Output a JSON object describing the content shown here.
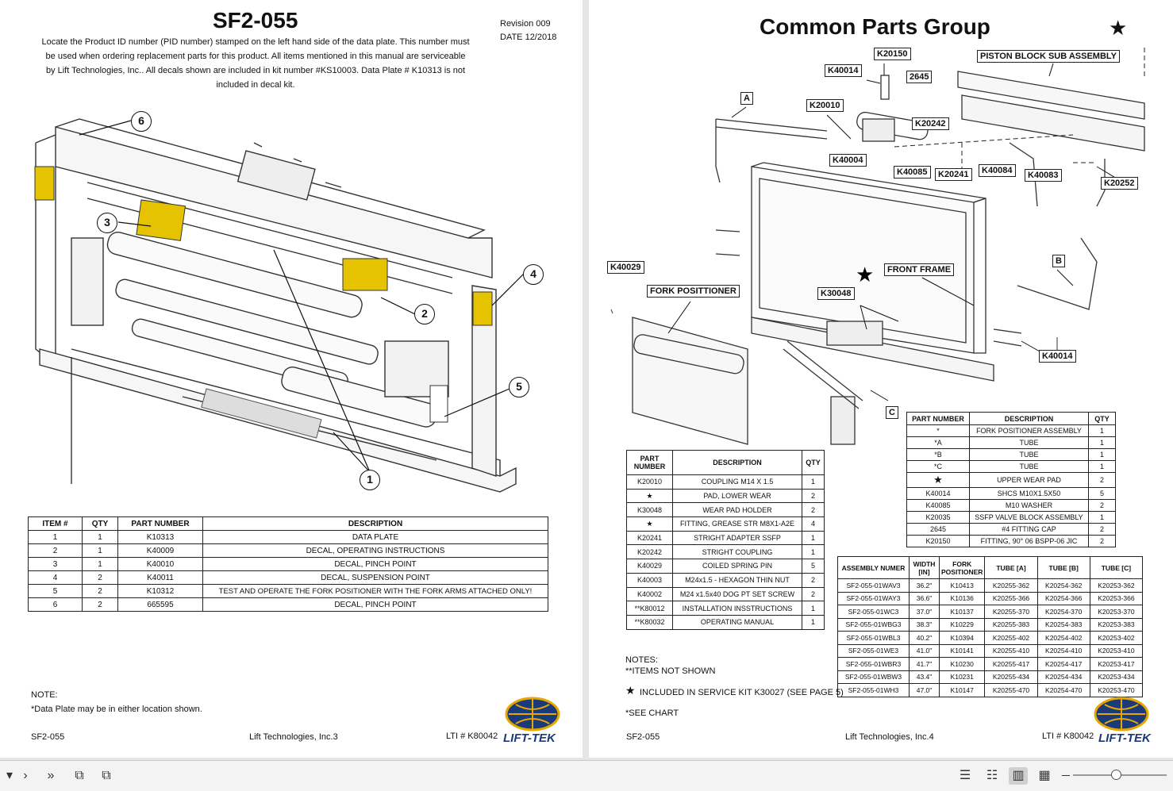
{
  "left_page": {
    "title": "SF2-055",
    "revision": "Revision 009",
    "date": "DATE 12/2018",
    "intro_lines": [
      "Locate the Product ID number (PID number) stamped on the left hand side of the data plate. This number must",
      "be used when ordering replacement parts for this product. All items mentioned in this manual are serviceable",
      "by Lift Technologies, Inc.. All decals shown are included in kit number #KS10003. Data Plate # K10313 is not",
      "included in decal kit."
    ],
    "callouts": [
      "6",
      "3",
      "4",
      "2",
      "5",
      "1"
    ],
    "table": {
      "headers": [
        "ITEM #",
        "QTY",
        "PART NUMBER",
        "DESCRIPTION"
      ],
      "rows": [
        [
          "1",
          "1",
          "K10313",
          "DATA PLATE"
        ],
        [
          "2",
          "1",
          "K40009",
          "DECAL, OPERATING INSTRUCTIONS"
        ],
        [
          "3",
          "1",
          "K40010",
          "DECAL, PINCH POINT"
        ],
        [
          "4",
          "2",
          "K40011",
          "DECAL, SUSPENSION POINT"
        ],
        [
          "5",
          "2",
          "K10312",
          "TEST AND OPERATE THE FORK POSITIONER WITH THE FORK ARMS ATTACHED ONLY!"
        ],
        [
          "6",
          "2",
          "665595",
          "DECAL, PINCH POINT"
        ]
      ]
    },
    "note_title": "NOTE:",
    "note_text": "*Data Plate may be in either location shown.",
    "footer_left": "SF2-055",
    "footer_center": "Lift Technologies, Inc.3",
    "footer_right": "LTI # K80042",
    "logo_text": "LIFT-TEK"
  },
  "right_page": {
    "title": "Common Parts Group",
    "star_glyph": "★",
    "labels": {
      "k20150": "K20150",
      "k40014_top": "K40014",
      "n2645": "2645",
      "piston": "PISTON BLOCK SUB ASSEMBLY",
      "a": "A",
      "k20010": "K20010",
      "k20242": "K20242",
      "k40004": "K40004",
      "k40085": "K40085",
      "k20241": "K20241",
      "k40084": "K40084",
      "k40083": "K40083",
      "k20252": "K20252",
      "k40029": "K40029",
      "front_frame": "FRONT FRAME",
      "b": "B",
      "fork_pos": "FORK POSITTIONER",
      "k30048": "K30048",
      "k40014_bot": "K40014",
      "c": "C"
    },
    "parts_table": {
      "headers": [
        "PART NUMBER",
        "DESCRIPTION",
        "QTY"
      ],
      "rows": [
        [
          "K20010",
          "COUPLING M14 X 1.5",
          "1"
        ],
        [
          "★",
          "PAD, LOWER WEAR",
          "2"
        ],
        [
          "K30048",
          "WEAR PAD HOLDER",
          "2"
        ],
        [
          "★",
          "FITTING, GREASE STR M8X1-A2E",
          "4"
        ],
        [
          "K20241",
          "STRIGHT ADAPTER SSFP",
          "1"
        ],
        [
          "K20242",
          "STRIGHT COUPLING",
          "1"
        ],
        [
          "K40029",
          "COILED SPRING PIN",
          "5"
        ],
        [
          "K40003",
          "M24x1.5 - HEXAGON THIN NUT",
          "2"
        ],
        [
          "K40002",
          "M24 x1.5x40 DOG PT SET SCREW",
          "2"
        ],
        [
          "**K80012",
          "INSTALLATION INSSTRUCTIONS",
          "1"
        ],
        [
          "**K80032",
          "OPERATING MANUAL",
          "1"
        ]
      ]
    },
    "parts_table2": {
      "headers": [
        "PART NUMBER",
        "DESCRIPTION",
        "QTY"
      ],
      "rows": [
        [
          "*",
          "FORK POSITIONER ASSEMBLY",
          "1"
        ],
        [
          "*A",
          "TUBE",
          "1"
        ],
        [
          "*B",
          "TUBE",
          "1"
        ],
        [
          "*C",
          "TUBE",
          "1"
        ],
        [
          "★",
          "UPPER WEAR PAD",
          "2"
        ],
        [
          "K40014",
          "SHCS M10X1.5X50",
          "5"
        ],
        [
          "K40085",
          "M10 WASHER",
          "2"
        ],
        [
          "K20035",
          "SSFP VALVE BLOCK ASSEMBLY",
          "1"
        ],
        [
          "2645",
          "#4 FITTING CAP",
          "2"
        ],
        [
          "K20150",
          "FITTING, 90° 06 BSPP-06 JIC",
          "2"
        ]
      ]
    },
    "assembly_table": {
      "headers": [
        "ASSEMBLY NUMER",
        "WIDTH [IN]",
        "FORK POSITIONER",
        "TUBE [A]",
        "TUBE [B]",
        "TUBE [C]"
      ],
      "rows": [
        [
          "SF2-055-01WAV3",
          "36.2\"",
          "K10413",
          "K20255-362",
          "K20254-362",
          "K20253-362"
        ],
        [
          "SF2-055-01WAY3",
          "36.6\"",
          "K10136",
          "K20255-366",
          "K20254-366",
          "K20253-366"
        ],
        [
          "SF2-055-01WC3",
          "37.0\"",
          "K10137",
          "K20255-370",
          "K20254-370",
          "K20253-370"
        ],
        [
          "SF2-055-01WBG3",
          "38.3\"",
          "K10229",
          "K20255-383",
          "K20254-383",
          "K20253-383"
        ],
        [
          "SF2-055-01WBL3",
          "40.2\"",
          "K10394",
          "K20255-402",
          "K20254-402",
          "K20253-402"
        ],
        [
          "SF2-055-01WE3",
          "41.0\"",
          "K10141",
          "K20255-410",
          "K20254-410",
          "K20253-410"
        ],
        [
          "SF2-055-01WBR3",
          "41.7\"",
          "K10230",
          "K20255-417",
          "K20254-417",
          "K20253-417"
        ],
        [
          "SF2-055-01WBW3",
          "43.4\"",
          "K10231",
          "K20255-434",
          "K20254-434",
          "K20253-434"
        ],
        [
          "SF2-055-01WH3",
          "47.0\"",
          "K10147",
          "K20255-470",
          "K20254-470",
          "K20253-470"
        ]
      ]
    },
    "notes_title": "NOTES:",
    "notes_line1": "**ITEMS NOT SHOWN",
    "notes_line2": "INCLUDED IN SERVICE KIT K30027 (SEE PAGE 5)",
    "notes_line3": "*SEE CHART",
    "footer_left": "SF2-055",
    "footer_center": "Lift Technologies, Inc.4",
    "footer_right": "LTI # K80042",
    "logo_text": "LIFT-TEK"
  },
  "toolbar": {
    "left_icons": [
      "chevron-down-icon",
      "next-page-icon",
      "last-page-icon",
      "rotate-icon",
      "rotate-copy-icon"
    ],
    "right_icons": [
      "single-page-icon",
      "continuous-icon",
      "two-page-icon",
      "two-page-continuous-icon"
    ],
    "zoom_fraction": 0.46
  }
}
